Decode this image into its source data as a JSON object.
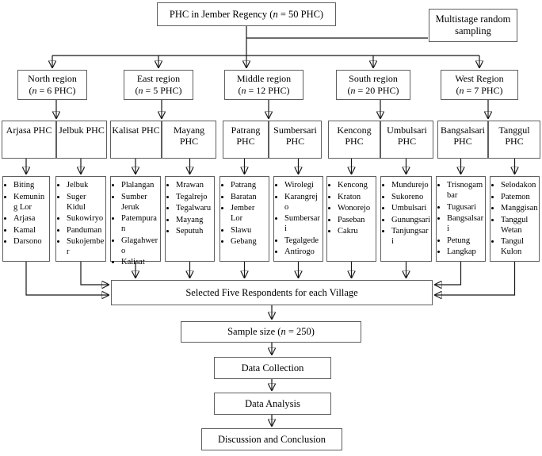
{
  "root_box": {
    "pre": "PHC in Jember Regency (",
    "var": "n",
    "post": " = 50 PHC)"
  },
  "sampling_box": {
    "label": "Multistage random sampling"
  },
  "regions": [
    {
      "name": "North region",
      "count_pre": "(",
      "count_var": "n",
      "count_post": " = 6 PHC)"
    },
    {
      "name": "East region",
      "count_pre": "(",
      "count_var": "n",
      "count_post": " = 5 PHC)"
    },
    {
      "name": "Middle region",
      "count_pre": "(",
      "count_var": "n",
      "count_post": " = 12 PHC)"
    },
    {
      "name": "South region",
      "count_pre": "(",
      "count_var": "n",
      "count_post": " = 20 PHC)"
    },
    {
      "name": "West Region",
      "count_pre": "(",
      "count_var": "n",
      "count_post": " = 7 PHC)"
    }
  ],
  "phcs": [
    {
      "name": "Arjasa PHC",
      "villages": [
        "Biting",
        "Kemuning Lor",
        "Arjasa",
        "Kamal",
        "Darsono"
      ]
    },
    {
      "name": "Jelbuk PHC",
      "villages": [
        "Jelbuk",
        "Suger Kidul",
        "Sukowiryo",
        "Panduman",
        "Sukojember"
      ]
    },
    {
      "name": "Kalisat PHC",
      "villages": [
        "Plalangan",
        "Sumber Jeruk",
        "Patempuran",
        "Glagahwero",
        "Kalisat"
      ]
    },
    {
      "name": "Mayang PHC",
      "villages": [
        "Mrawan",
        "Tegalrejo",
        "Tegalwaru",
        "Mayang",
        "Seputuh"
      ]
    },
    {
      "name": "Patrang PHC",
      "villages": [
        "Patrang",
        "Baratan",
        "Jember Lor",
        "Slawu",
        "Gebang"
      ]
    },
    {
      "name": "Sumbersari PHC",
      "villages": [
        "Wirolegi",
        "Karangrejo",
        "Sumbersari",
        "Tegalgede",
        "Antirogo"
      ]
    },
    {
      "name": "Kencong PHC",
      "villages": [
        "Kencong",
        "Kraton",
        "Wonorejo",
        "Paseban",
        "Cakru"
      ]
    },
    {
      "name": "Umbulsari PHC",
      "villages": [
        "Mundurejo",
        "Sukoreno",
        "Umbulsari",
        "Gunungsari",
        "Tanjungsari"
      ]
    },
    {
      "name": "Bangsalsari PHC",
      "villages": [
        "Trisnogambar",
        "Tugusari",
        "Bangsalsari",
        "Petung",
        "Langkap"
      ]
    },
    {
      "name": "Tanggul PHC",
      "villages": [
        "Selodakon",
        "Patemon",
        "Manggisan",
        "Tanggul Wetan",
        "Tangul Kulon"
      ]
    }
  ],
  "flow": {
    "respondents": "Selected Five Respondents for each Village",
    "sample_pre": "Sample size (",
    "sample_var": "n",
    "sample_post": " = 250)",
    "collection": "Data Collection",
    "analysis": "Data Analysis",
    "conclusion": "Discussion and Conclusion"
  },
  "colors": {
    "line": "#161616",
    "border": "#5f5f5f",
    "background": "#ffffff",
    "text": "#000000"
  }
}
